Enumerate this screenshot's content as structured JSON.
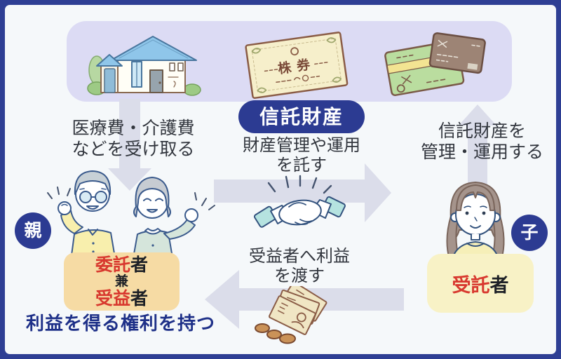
{
  "diagram": {
    "center_badge": "信託財産",
    "banner": {
      "certificate_label": "株券",
      "icons": [
        "house-icon",
        "stock-certificate-icon",
        "passbook-and-card-icon"
      ]
    },
    "flows": {
      "receive": {
        "line1": "医療費・介護費",
        "line2": "などを受け取る"
      },
      "entrust": {
        "line1": "財産管理や運用",
        "line2": "を託す"
      },
      "manage": {
        "line1": "信託財産を",
        "line2": "管理・運用する"
      },
      "give_profit": {
        "line1": "受益者へ利益",
        "line2": "を渡す"
      }
    },
    "parent": {
      "badge": "親",
      "role_line1_red": "委託",
      "role_line1_black": "者",
      "role_line2": "兼",
      "role_line3_red": "受益",
      "role_line3_black": "者",
      "note": "利益を得る権利を持つ"
    },
    "child": {
      "badge": "子",
      "role_red": "受託",
      "role_black": "者"
    },
    "colors": {
      "frame_navy": "#2e3f94",
      "badge_navy": "#2c3b92",
      "banner_lavender": "#dcdbf4",
      "arrow_gray": "#dbddea",
      "background": "#f5f8fa",
      "text_dark": "#32363e",
      "accent_red": "#d8382e",
      "note_blue": "#1e3088",
      "parent_box_bg": "#f6dba4",
      "child_box_bg": "#f8f2c6"
    }
  }
}
